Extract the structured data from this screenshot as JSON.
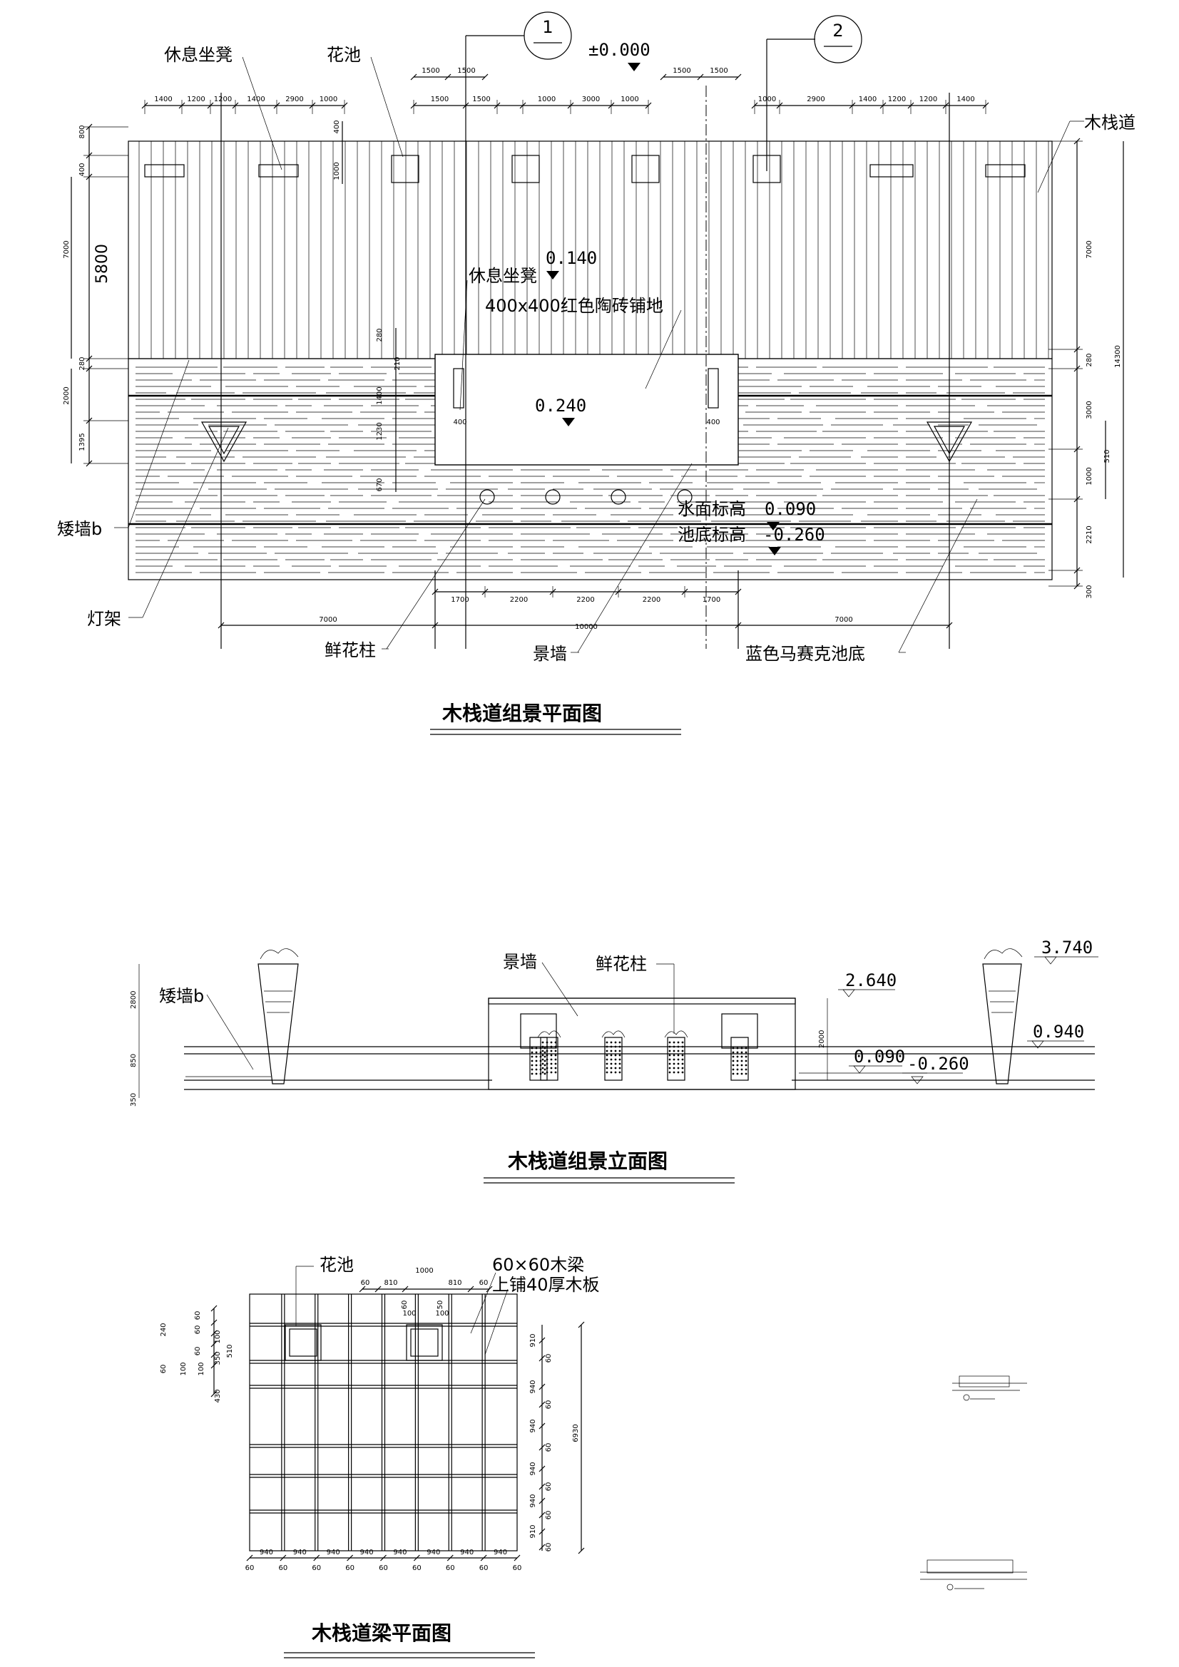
{
  "plan": {
    "title": "木栈道组景平面图",
    "labels": {
      "rest_bench_top": "休息坐凳",
      "flower_bed_top": "花池",
      "boardwalk": "木栈道",
      "rest_bench_mid": "休息坐凳",
      "paving": "400x400红色陶砖铺地",
      "low_wall": "矮墙b",
      "lamp_frame": "灯架",
      "flower_column": "鲜花柱",
      "feature_wall": "景墙",
      "mosaic_bottom": "蓝色马赛克池底",
      "water_level": "水面标高",
      "pool_bottom": "池底标高"
    },
    "elevations": {
      "zero": "±0.000",
      "e0140": "0.140",
      "e0240": "0.240",
      "e0090": "0.090",
      "en0260": "-0.260"
    },
    "axis": {
      "a1": "1",
      "a2": "2"
    },
    "dims_top_left": [
      "1400",
      "1200",
      "1200",
      "1400",
      "2900",
      "1000"
    ],
    "dims_top_center": [
      "1500",
      "1500",
      "1000",
      "3000",
      "1000",
      "1500",
      "1500"
    ],
    "dims_top_right": [
      "1000",
      "2900",
      "1400",
      "1200",
      "1200",
      "1400"
    ],
    "dims_bottom_row1": [
      "1700",
      "2200",
      "2200",
      "2200",
      "1700"
    ],
    "dims_bottom_row2": [
      "7000",
      "10000",
      "7000"
    ],
    "dims_left": [
      "800",
      "400",
      "7000",
      "5800",
      "280",
      "2000",
      "1395"
    ],
    "dims_inner": [
      "400",
      "1000",
      "280",
      "210",
      "1400",
      "1230",
      "670",
      "400",
      "400"
    ],
    "dims_right": [
      "7000",
      "280",
      "3000",
      "510",
      "1000",
      "2210",
      "300",
      "14300"
    ]
  },
  "elevation": {
    "title": "木栈道组景立面图",
    "labels": {
      "low_wall": "矮墙b",
      "feature_wall": "景墙",
      "flower_column": "鲜花柱"
    },
    "elevs": {
      "e2640": "2.640",
      "e3740": "3.740",
      "e0940": "0.940",
      "e0090": "0.090",
      "en0260": "-0.260"
    },
    "dims_left": [
      "2800",
      "850",
      "350"
    ],
    "dims_mid": [
      "2000"
    ]
  },
  "beam": {
    "title": "木栈道梁平面图",
    "labels": {
      "flower_bed": "花池",
      "beam_spec": "60×60木梁",
      "board_spec": "上铺40厚木板"
    },
    "dims_top": [
      "60",
      "810",
      "1000",
      "810",
      "60",
      "60",
      "50",
      "100",
      "100"
    ],
    "dims_bottom": [
      "940",
      "940",
      "940",
      "940",
      "940",
      "940",
      "940",
      "940"
    ],
    "dims_bottom_60": [
      "60",
      "60",
      "60",
      "60",
      "60",
      "60",
      "60",
      "60",
      "60"
    ],
    "dims_left": [
      "60",
      "240",
      "60",
      "100",
      "60",
      "350",
      "510",
      "100",
      "60",
      "100",
      "430"
    ],
    "dims_right": [
      "910",
      "60",
      "940",
      "60",
      "940",
      "60",
      "940",
      "60",
      "940",
      "60",
      "910",
      "60"
    ],
    "dims_total": "6930"
  }
}
